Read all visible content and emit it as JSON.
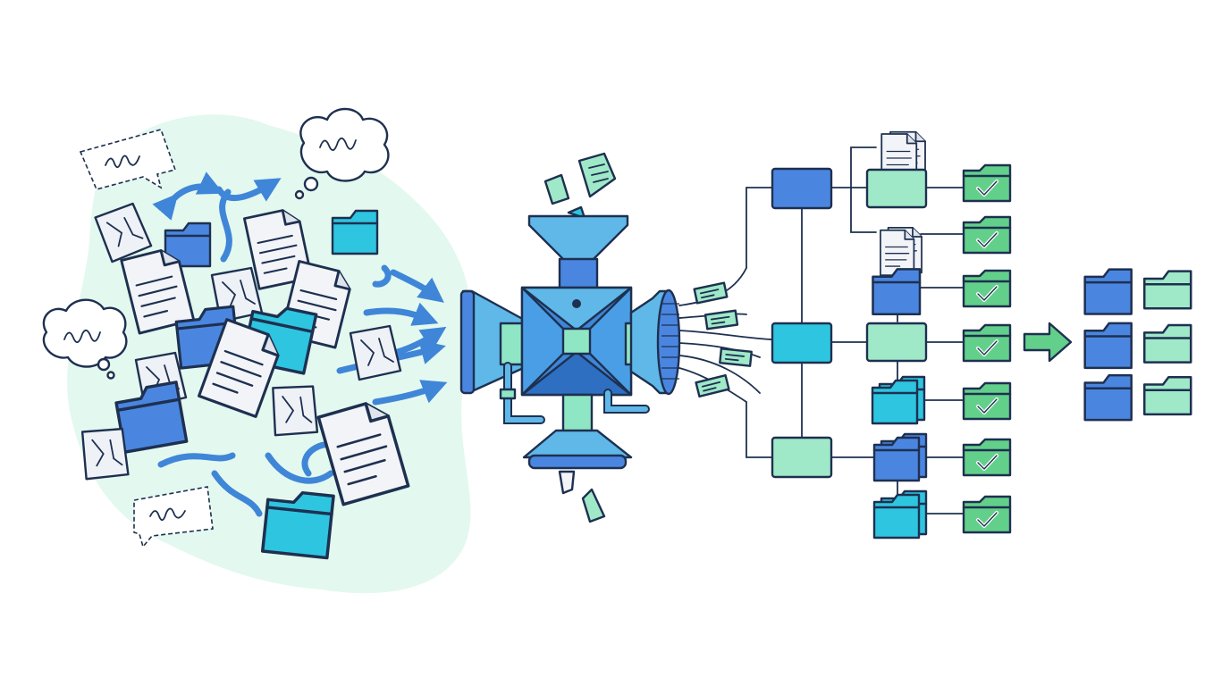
{
  "palette": {
    "outline": "#1e3050",
    "blob": "#e3f8ef",
    "paper": "#f1f3f7",
    "blue": "#4a86e0",
    "cyan": "#2ec5e0",
    "mint": "#9fe8c8",
    "green": "#62d08a",
    "arrow_blue": "#3f86d8",
    "machine_blue": "#3f86d8",
    "machine_light": "#5fb8e8",
    "machine_mint": "#8fe6c4"
  },
  "scene": {
    "chaos": {
      "icons": [
        "document-icon",
        "folder-icon",
        "speech-bubble-icon",
        "thought-cloud-icon",
        "curved-arrow-icon"
      ]
    },
    "machine": {
      "icons": [
        "funnel-icon",
        "sorter-machine-icon",
        "intake-horn-icon",
        "output-chute-icon"
      ]
    },
    "tree": {
      "nodes": [
        "root-blue",
        "root-cyan",
        "root-mint"
      ],
      "leaf_icons": [
        "documents-stack-icon",
        "folder-icon",
        "folder-stack-icon",
        "checked-folder-icon"
      ]
    },
    "result": {
      "icons": [
        "organized-folder-grid-icon"
      ],
      "arrow": "right-arrow-icon"
    }
  }
}
